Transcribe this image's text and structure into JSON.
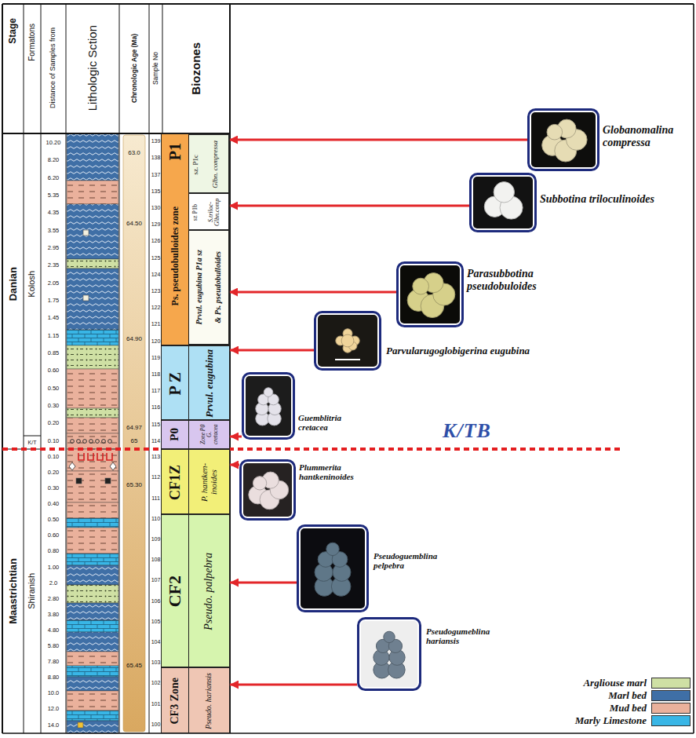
{
  "diagram": {
    "nodes": [
      {
        "text": [
          "P1",
          "Ps. pseudobulloides zone"
        ]
      },
      {
        "text": [
          "sz. P1c",
          "Glbn. compressa"
        ],
        "in": 0
      },
      {
        "text": [
          "sz P1b",
          "S.triloc- Glbn.comp"
        ],
        "in": 0
      },
      {
        "text": [
          "Prvul. eugubina P1a sz",
          "& Ps. pseudobulloides"
        ],
        "in": 0
      },
      {
        "text": [
          "P Z",
          "Prvul. eugubina"
        ]
      },
      {
        "text": [
          "P0",
          "Zone P0 G. cretacea"
        ]
      },
      {
        "text": [
          "CF1Z",
          "P. hantken- inoides"
        ]
      },
      {
        "text": [
          "CF2",
          "Pseudo. palpebra"
        ]
      },
      {
        "text": [
          "CF3 Zone",
          "Pseudo. hariansis"
        ]
      },
      {
        "text": [
          "Globanomalina compressa"
        ]
      },
      {
        "text": [
          "Subbotina triloculinoides"
        ]
      },
      {
        "text": [
          "Parasubbotina pseudobuloides"
        ]
      },
      {
        "text": [
          "Parvularugoglobigerina eugubina"
        ]
      },
      {
        "text": [
          "Guemblitria cretacea"
        ]
      },
      {
        "text": [
          "Plummerita hantkeninoides"
        ]
      },
      {
        "text": [
          "Pseudoguemblina pelpebra"
        ]
      },
      {
        "text": [
          "Pseudogumeblina hariansis"
        ]
      }
    ],
    "edges": [
      {
        "from": 9,
        "to": 1,
        "arrow": "to"
      },
      {
        "from": 10,
        "to": 2,
        "arrow": "to"
      },
      {
        "from": 11,
        "to": 3,
        "arrow": "to"
      },
      {
        "from": 12,
        "to": 4,
        "arrow": "to"
      },
      {
        "from": 13,
        "to": 5,
        "arrow": "to"
      },
      {
        "from": 14,
        "to": 6,
        "arrow": "to"
      },
      {
        "from": 15,
        "to": 7,
        "arrow": "to"
      },
      {
        "from": 16,
        "to": 8,
        "arrow": "to"
      }
    ],
    "labels": [
      "Stage",
      "Formatons",
      "Distance of Samples from",
      "Lithologic Sction",
      "Chronologic Age (Ma)",
      "Sample No",
      "Biozones",
      "Danian",
      "Maastrichtian",
      "Kolosh",
      "K/T",
      "Shiranish",
      "K/TB",
      "10.20",
      "8.20",
      "6.20",
      "5.35",
      "4.35",
      "3.55",
      "2.95",
      "2.35",
      "2.05",
      "1.75",
      "1.45",
      "1.15",
      "0.85",
      "0.60",
      "0.50",
      "0.30",
      "0.20",
      "0.10",
      "0.10",
      "0.20",
      "0.30",
      "0.40",
      "0.50",
      "0.60",
      "0.80",
      "1.00",
      "2.0",
      "2.80",
      "3.80",
      "4.80",
      "5.80",
      "7.80",
      "8.80",
      "10.0",
      "12.0",
      "14.0",
      "63.0",
      "64.50",
      "64.90",
      "64.97",
      "65",
      "65.30",
      "65.45",
      "139",
      "138",
      "137",
      "135",
      "130",
      "129",
      "126",
      "125",
      "124",
      "123",
      "122",
      "121",
      "120",
      "119",
      "118",
      "117",
      "116",
      "115",
      "114",
      "113",
      "112",
      "111",
      "110",
      "109",
      "108",
      "107",
      "106",
      "105",
      "104",
      "103",
      "102",
      "101",
      "100"
    ],
    "legend": [
      {
        "text": "Argliouse marl",
        "color": "#cfe0a4"
      },
      {
        "text": "Marl bed",
        "color": "#3f6fa6"
      },
      {
        "text": "Mud bed",
        "color": "#eab19c"
      },
      {
        "text": "Marly Limestone",
        "color": "#39b6e6"
      }
    ]
  }
}
